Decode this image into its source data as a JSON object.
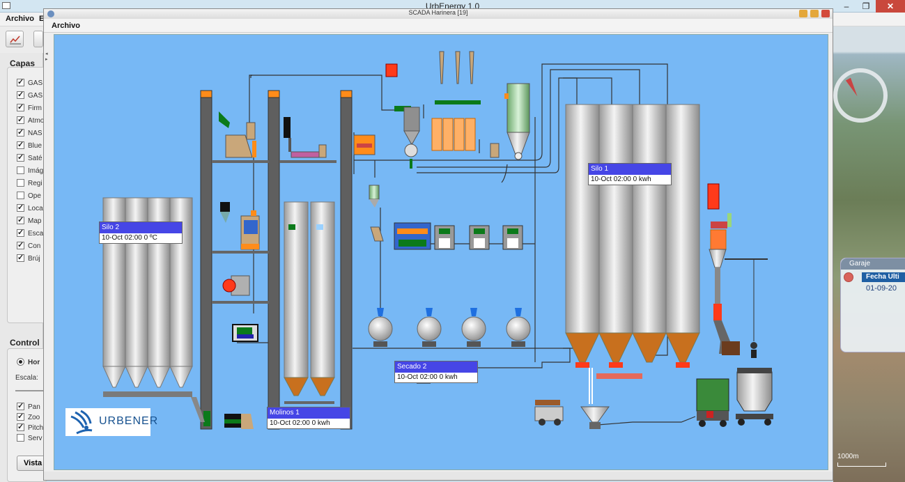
{
  "app": {
    "title": "UrbEnergy 1.0",
    "menu": [
      "Archivo",
      "E"
    ],
    "window_controls": {
      "minimize": "–",
      "maximize": "❐",
      "close": "✕"
    }
  },
  "left_panel": {
    "layers_heading": "Capas",
    "layers": [
      {
        "label": "GAS",
        "checked": true
      },
      {
        "label": "GAS",
        "checked": true
      },
      {
        "label": "Firm",
        "checked": true
      },
      {
        "label": "Atmo",
        "checked": true
      },
      {
        "label": "NAS",
        "checked": true
      },
      {
        "label": "Blue",
        "checked": true
      },
      {
        "label": "Saté",
        "checked": true
      },
      {
        "label": "Imág",
        "checked": false
      },
      {
        "label": "Regi",
        "checked": false
      },
      {
        "label": "Ope",
        "checked": false
      },
      {
        "label": "Loca",
        "checked": true
      },
      {
        "label": "Map",
        "checked": true
      },
      {
        "label": "Esca",
        "checked": true
      },
      {
        "label": "Con",
        "checked": true
      },
      {
        "label": "Brúj",
        "checked": true
      }
    ],
    "control_heading": "Control",
    "mode": {
      "label": "Hor",
      "selected": true
    },
    "scale_label": "Escala:",
    "options": [
      {
        "label": "Pan",
        "checked": true
      },
      {
        "label": "Zoo",
        "checked": true
      },
      {
        "label": "Pitch",
        "checked": true
      },
      {
        "label": "Serv",
        "checked": false
      }
    ],
    "vista_button": "Vista"
  },
  "scada": {
    "title": "SCADA Harinera [19]",
    "menu_label": "Archivo",
    "tags": {
      "silo1": {
        "title": "Silo 1",
        "value": "10-Oct 02:00  0 kwh"
      },
      "silo2": {
        "title": "Silo 2",
        "value": "10-Oct 02:00  0  ºC"
      },
      "secado2": {
        "title": "Secado 2",
        "value": "10-Oct 02:00  0 kwh"
      },
      "molinos1": {
        "title": "Molinos 1",
        "value": "10-Oct 02:00  0 kwh"
      }
    },
    "logo_text": "URBENER"
  },
  "map": {
    "popup_title": "Garaje",
    "popup_label": "Fecha Ulti",
    "popup_value": "01-09-20",
    "scale_text": "1000m"
  },
  "colors": {
    "canvas": "#77b8f5",
    "tag_header": "#4646e6",
    "accent_orange": "#ff8c1a",
    "structure_gray": "#5f5f5f"
  }
}
